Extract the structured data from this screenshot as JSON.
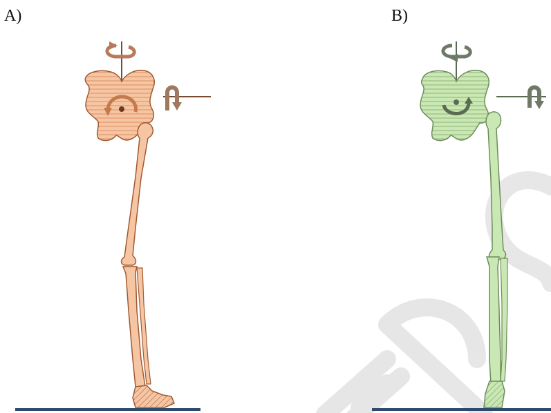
{
  "panels": [
    {
      "label": "A)",
      "bone_color": "#f6c6a4",
      "outline_color": "#a05a32",
      "arrow_color": "#b87a58",
      "ground_color": "#2c4a6e"
    },
    {
      "label": "B)",
      "bone_color": "#c9e8b3",
      "outline_color": "#6e8c5b",
      "arrow_color": "#6f7a66",
      "ground_color": "#2c4a6e"
    }
  ],
  "watermark": {
    "text": "ED S",
    "color": "#e4e4e4"
  }
}
